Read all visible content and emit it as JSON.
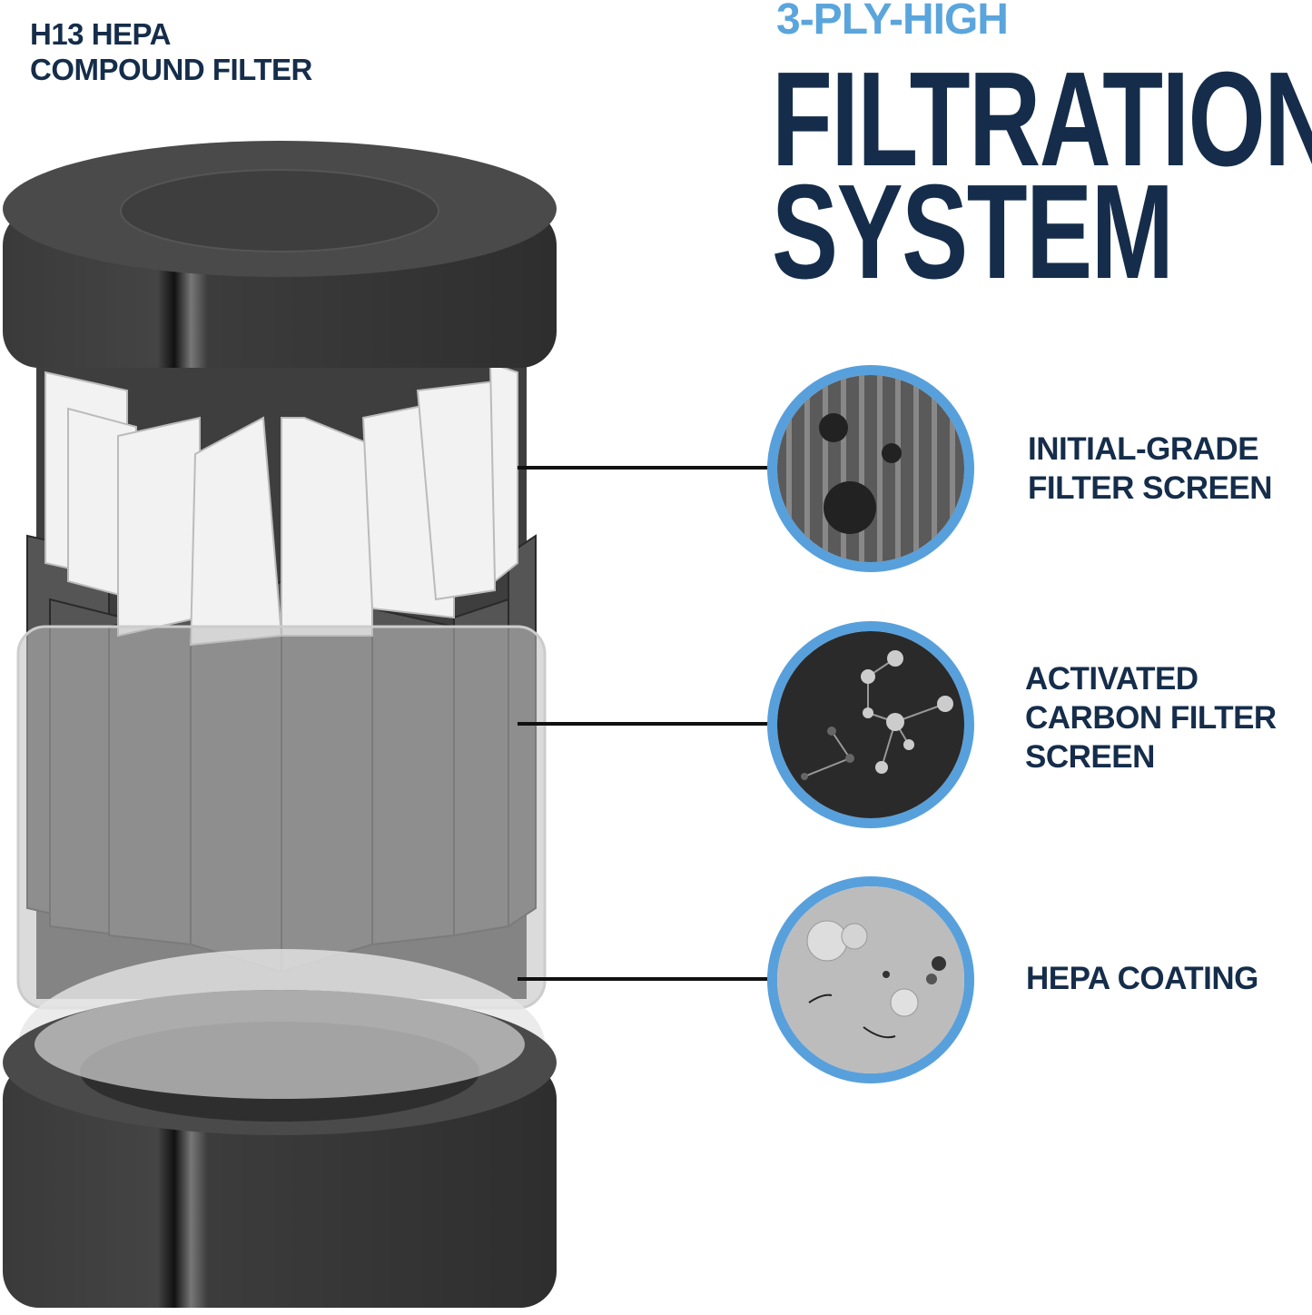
{
  "product_title": {
    "line1": "H13 HEPA",
    "line2": "COMPOUND FILTER"
  },
  "heading": {
    "kicker": "3-PLY-HIGH",
    "line1": "FILTRATION",
    "line2": "SYSTEM"
  },
  "layers": [
    {
      "line1": "INITIAL-GRADE",
      "line2": "FILTER SCREEN",
      "icon": "mesh-particles-icon"
    },
    {
      "line1": "ACTIVATED",
      "line2": "CARBON FILTER",
      "line3": "SCREEN",
      "icon": "carbon-molecule-icon"
    },
    {
      "line1": "HEPA COATING",
      "icon": "hepa-particles-icon"
    }
  ],
  "colors": {
    "navy": "#152d4a",
    "accent_blue": "#5aa5dc",
    "cap_gray": "#3c3c3c"
  }
}
